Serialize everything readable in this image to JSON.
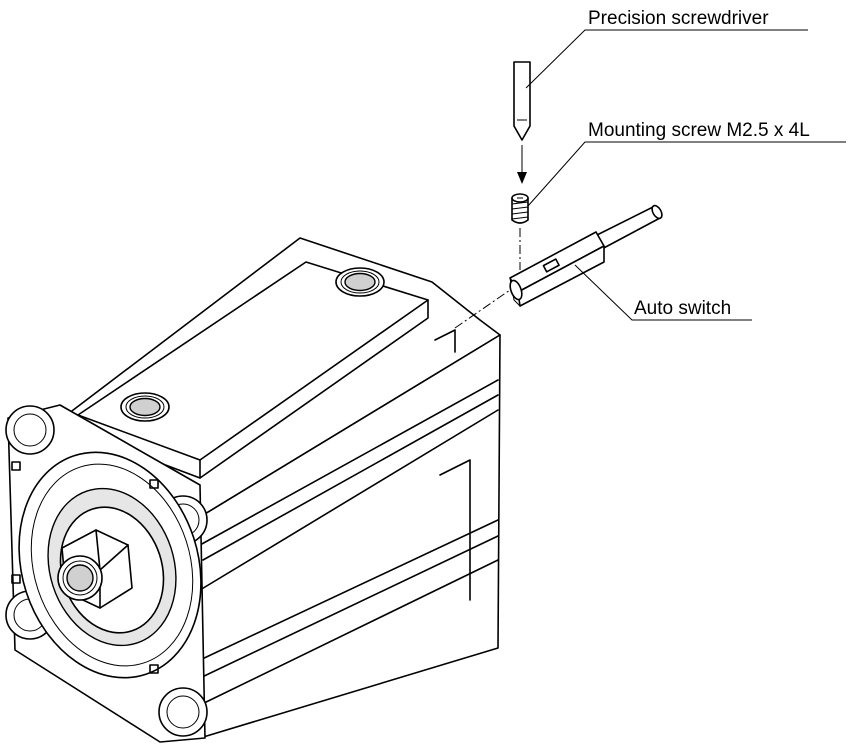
{
  "labels": {
    "screwdriver": "Precision screwdriver",
    "screw": "Mounting screw M2.5 x 4L",
    "auto_switch": "Auto switch"
  }
}
